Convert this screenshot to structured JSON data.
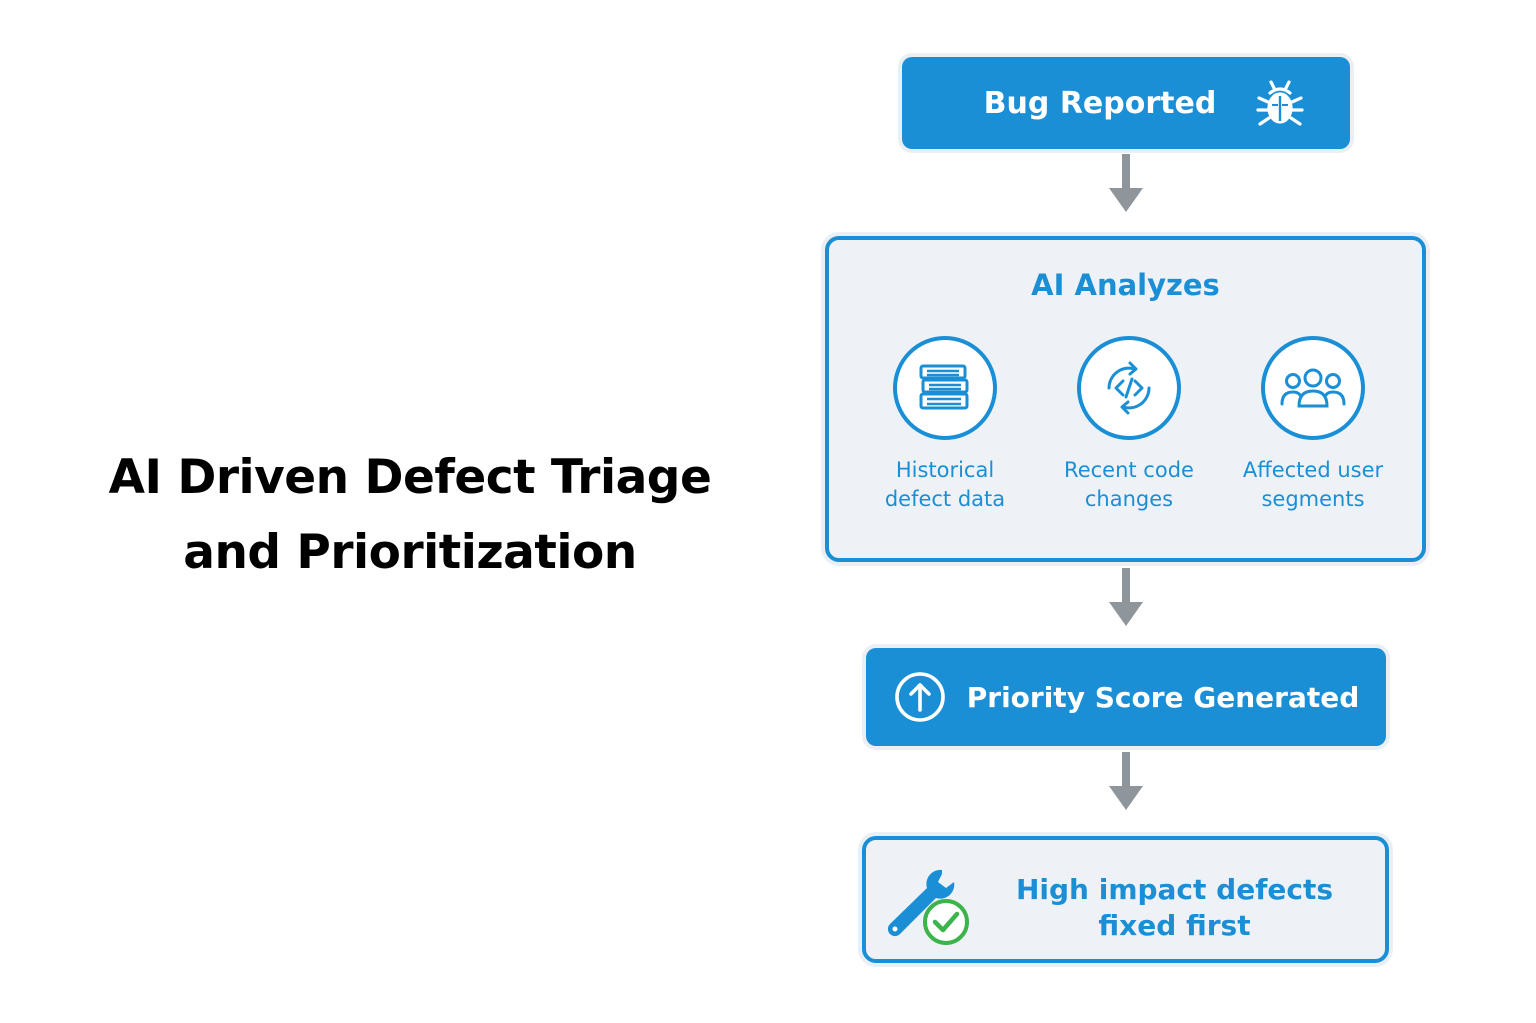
{
  "title": {
    "line1": "AI Driven Defect Triage",
    "line2": "and Prioritization"
  },
  "colors": {
    "primary_blue": "#1a8fd6",
    "light_panel": "#eef2f6",
    "arrow_gray": "#8e959b",
    "check_green": "#3cb44b",
    "title_text": "#000000"
  },
  "flow": {
    "step1": {
      "label": "Bug Reported",
      "icon": "bug-icon"
    },
    "step2": {
      "label": "AI Analyzes",
      "factors": [
        {
          "icon": "books-icon",
          "line1": "Historical",
          "line2": "defect data"
        },
        {
          "icon": "code-refresh-icon",
          "line1": "Recent code",
          "line2": "changes"
        },
        {
          "icon": "users-icon",
          "line1": "Affected user",
          "line2": "segments"
        }
      ]
    },
    "step3": {
      "label": "Priority Score Generated",
      "icon": "arrow-up-circle-icon"
    },
    "step4": {
      "line1": "High impact defects",
      "line2": "fixed first",
      "icon": "wrench-check-icon"
    }
  }
}
